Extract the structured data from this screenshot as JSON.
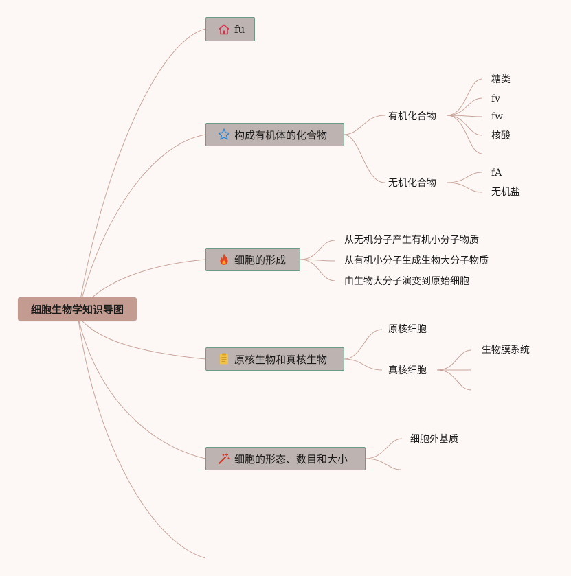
{
  "root": {
    "label": "细胞生物学知识导图"
  },
  "branches": [
    {
      "label": "fu",
      "icon": "home-icon"
    },
    {
      "label": "构成有机体的化合物",
      "icon": "star-icon"
    },
    {
      "label": "细胞的形成",
      "icon": "fire-icon"
    },
    {
      "label": "原核生物和真核生物",
      "icon": "document-icon"
    },
    {
      "label": "细胞的形态、数目和大小",
      "icon": "magic-wand-icon"
    }
  ],
  "compounds": {
    "organic": {
      "label": "有机化合物",
      "children": [
        "糖类",
        "fv",
        "fw",
        "核酸",
        ""
      ]
    },
    "inorganic": {
      "label": "无机化合物",
      "children": [
        "fA",
        "无机盐"
      ]
    }
  },
  "formation": {
    "children": [
      "从无机分子产生有机小分子物质",
      "从有机小分子生成生物大分子物质",
      "由生物大分子演变到原始细胞"
    ]
  },
  "prokaryote_eukaryote": {
    "prokaryote": {
      "label": "原核细胞"
    },
    "eukaryote": {
      "label": "真核细胞",
      "children": [
        "生物膜系统",
        "",
        ""
      ]
    }
  },
  "morphology": {
    "children": [
      "细胞外基质",
      ""
    ]
  },
  "colors": {
    "background": "#fdf8f6",
    "root_fill": "#c39b90",
    "branch_fill": "#bdb3b0",
    "branch_border": "#6e9a8a",
    "connector": "#c9a59b"
  }
}
